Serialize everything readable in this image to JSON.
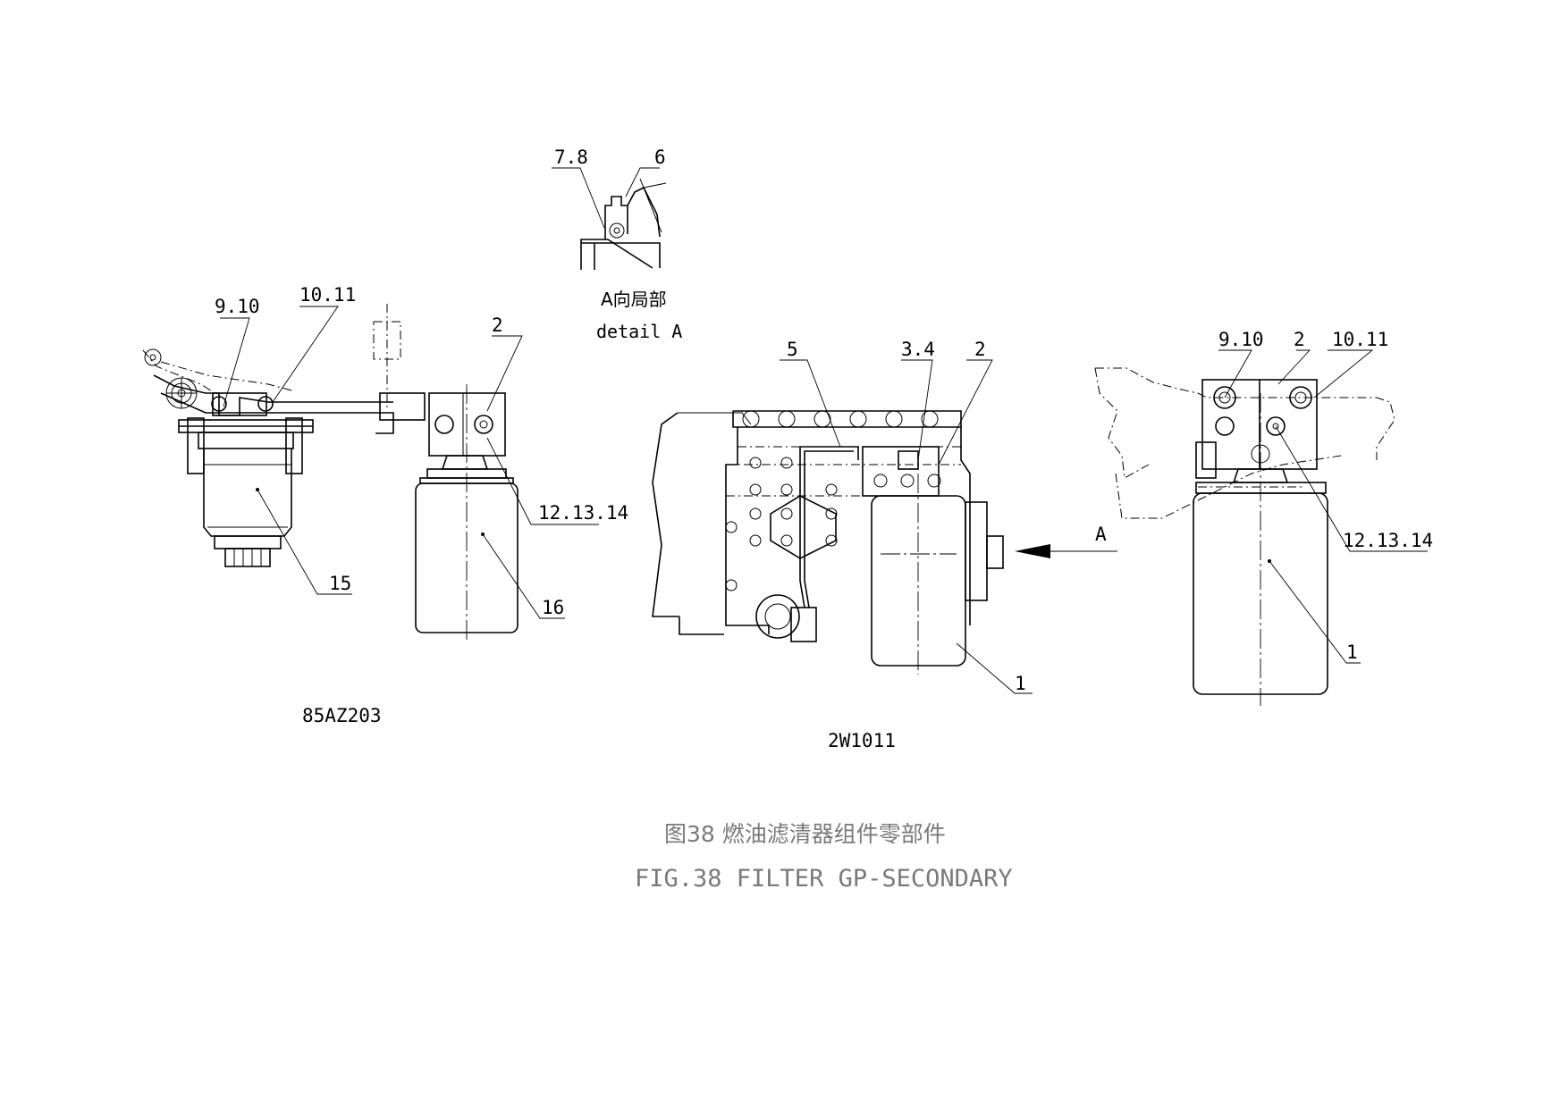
{
  "detail": {
    "labels": {
      "l78": "7.8",
      "l6": "6"
    },
    "caption_cn": "A向局部",
    "caption_en": "detail A"
  },
  "view_left": {
    "labels": {
      "l910": "9.10",
      "l1011": "10.11",
      "l2": "2",
      "l121314": "12.13.14",
      "l15": "15",
      "l16": "16"
    },
    "model": "85AZ203"
  },
  "view_center": {
    "labels": {
      "l5": "5",
      "l34": "3.4",
      "l2": "2",
      "l1": "1"
    },
    "arrow_label": "A",
    "model": "2W1011"
  },
  "view_right": {
    "labels": {
      "l910": "9.10",
      "l2": "2",
      "l1011": "10.11",
      "l121314": "12.13.14",
      "l1": "1"
    }
  },
  "title": {
    "cn": "图38 燃油滤清器组件零部件",
    "en": "FIG.38 FILTER GP-SECONDARY"
  }
}
